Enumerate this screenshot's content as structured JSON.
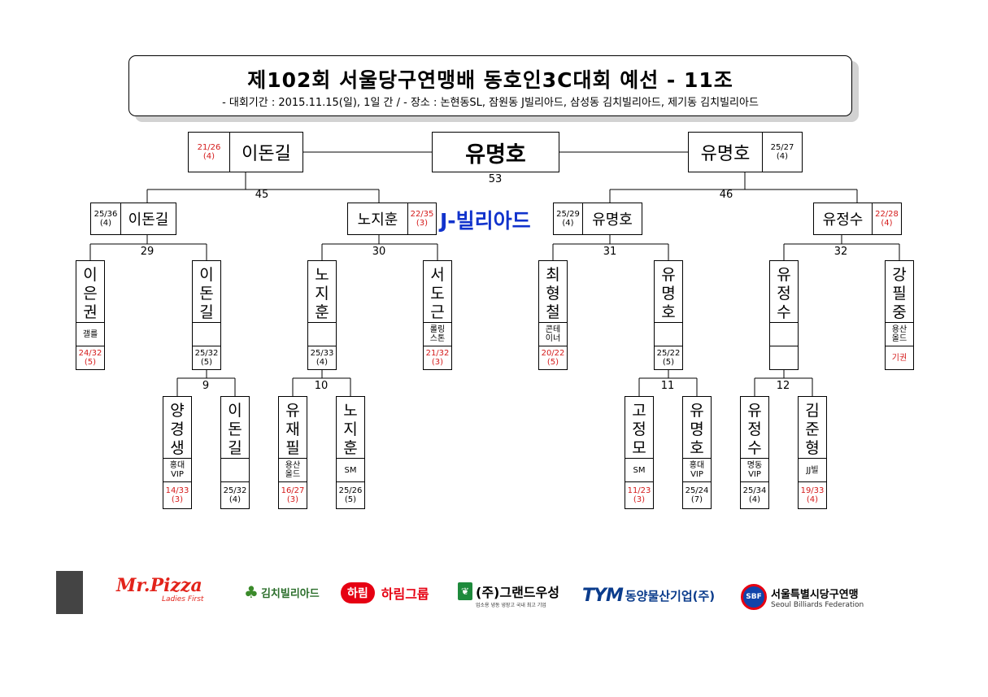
{
  "header": {
    "title": "제102회 서울당구연맹배 동호인3C대회 예선 - 11조",
    "subtitle": "- 대회기간 : 2015.11.15(일), 1일 간 / - 장소 : 논현동SL, 잠원동 J빌리아드, 삼성동 김치빌리아드, 제기동 김치빌리아드"
  },
  "champion": {
    "name": "유명호",
    "match": "53"
  },
  "semifinal": {
    "left": {
      "name": "이돈길",
      "score": "21/26",
      "inn": "(4)"
    },
    "right": {
      "name": "유명호",
      "score": "25/27",
      "inn": "(4)"
    }
  },
  "quarter_nums": {
    "left": "45",
    "right": "46"
  },
  "quarter": [
    {
      "name": "이돈길",
      "score": "25/36",
      "inn": "(4)"
    },
    {
      "name": "노지훈",
      "score": "22/35",
      "inn": "(3)"
    },
    {
      "name": "유명호",
      "score": "25/29",
      "inn": "(4)"
    },
    {
      "name": "유정수",
      "score": "22/28",
      "inn": "(4)"
    }
  ],
  "venue_label": "J-빌리아드",
  "r16_nums": [
    "29",
    "30",
    "31",
    "32"
  ],
  "r16": [
    {
      "name": "이\n은\n권",
      "club": "갤를",
      "score": "24/32",
      "inn": "(5)"
    },
    {
      "name": "이\n돈\n길",
      "club": "",
      "score": "25/32",
      "inn": "(5)"
    },
    {
      "name": "노\n지\n훈",
      "club": "",
      "score": "25/33",
      "inn": "(4)"
    },
    {
      "name": "서\n도\n근",
      "club": "롤링\n스톤",
      "score": "21/32",
      "inn": "(3)"
    },
    {
      "name": "최\n형\n철",
      "club": "콘테\n이너",
      "score": "20/22",
      "inn": "(5)"
    },
    {
      "name": "유\n명\n호",
      "club": "",
      "score": "25/22",
      "inn": "(5)"
    },
    {
      "name": "유\n정\n수",
      "club": "",
      "score": "",
      "inn": ""
    },
    {
      "name": "강\n필\n중",
      "club": "용산\n올드",
      "score": "기권",
      "inn": ""
    }
  ],
  "r32_nums": [
    "9",
    "10",
    "11",
    "12"
  ],
  "r32": [
    {
      "name": "양\n경\n생",
      "club": "홍대\nVIP",
      "score": "14/33",
      "inn": "(3)"
    },
    {
      "name": "이\n돈\n길",
      "club": "",
      "score": "25/32",
      "inn": "(4)"
    },
    {
      "name": "유\n재\n필",
      "club": "용산\n올드",
      "score": "16/27",
      "inn": "(3)"
    },
    {
      "name": "노\n지\n훈",
      "club": "SM",
      "score": "25/26",
      "inn": "(5)"
    },
    {
      "name": "고\n정\n모",
      "club": "SM",
      "score": "11/23",
      "inn": "(3)"
    },
    {
      "name": "유\n명\n호",
      "club": "홍대\nVIP",
      "score": "25/24",
      "inn": "(7)"
    },
    {
      "name": "유\n정\n수",
      "club": "명동\nVIP",
      "score": "25/34",
      "inn": "(4)"
    },
    {
      "name": "김\n준\n형",
      "club": "JJ빌",
      "score": "19/33",
      "inn": "(4)"
    }
  ],
  "sponsors": {
    "mrpizza": "Mr.Pizza",
    "mrpizza_tag": "Ladies First",
    "kimchi": "김치빌리아드",
    "harim_badge": "하림",
    "harim": "하림그룹",
    "grand": "(주)그랜드우성",
    "grand_sub": "업소용 냉동 냉장고 국내 최고 기업",
    "tym_mark": "TYM",
    "tym": "동양물산기업(주)",
    "sbf_badge": "SBF",
    "sbf": "서울특별시당구연맹",
    "sbf_en": "Seoul Billiards Federation"
  },
  "colors": {
    "loss_score": "#d41a1a",
    "venue": "#1133cc",
    "pizza": "#e2231a",
    "harim": "#e60012",
    "grand": "#1e8a3c",
    "tym": "#0b3c8c"
  }
}
